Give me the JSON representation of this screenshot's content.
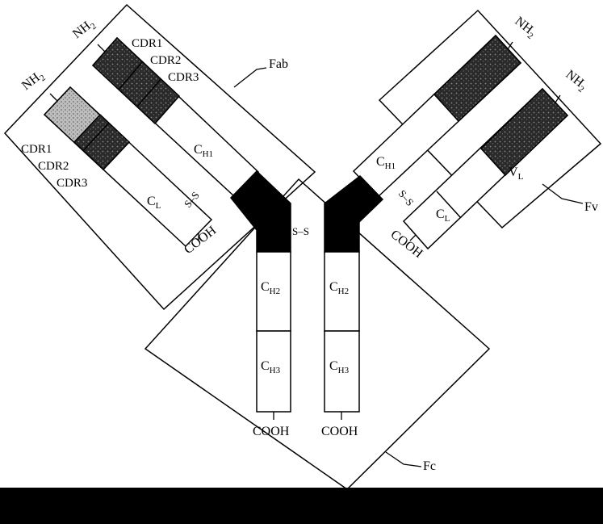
{
  "labels": {
    "fab": "Fab",
    "fv": "Fv",
    "fc": "Fc",
    "nh": "NH",
    "nh_sub": "2",
    "cdr1": "CDR1",
    "cdr2": "CDR2",
    "cdr3": "CDR3",
    "c": "C",
    "v": "V",
    "h1": "H1",
    "h2": "H2",
    "h3": "H3",
    "l": "L",
    "h": "H",
    "ss": "S–S",
    "cooh": "COOH"
  },
  "colors": {
    "line": "#000000",
    "hinge": "#000000",
    "variable_region": "#333333",
    "light_variable": "#9a9a9a",
    "bottom_band": "#000000"
  }
}
